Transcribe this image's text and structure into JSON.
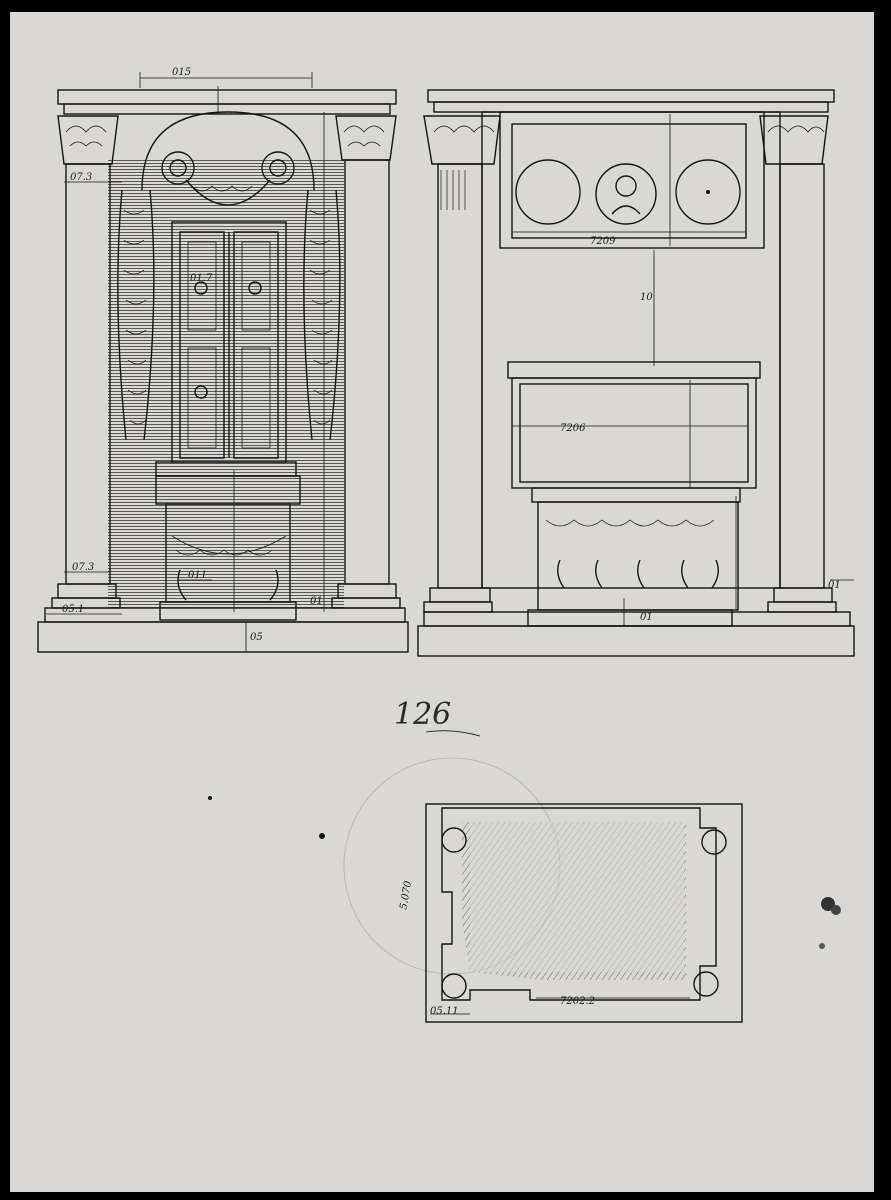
{
  "sheet": {
    "number": "126",
    "paper_color": "#d9d8d4",
    "ink_color": "#141414",
    "border_color": "#000000"
  },
  "left_elevation": {
    "dimensions": [
      "015",
      "07.3",
      "01.7",
      "011",
      "07.3",
      "05.1",
      "05",
      "01"
    ]
  },
  "right_elevation": {
    "top_panel_dimension": "7209",
    "middle_panel_dimension": "7206",
    "dimensions": [
      "01",
      "10",
      "01"
    ]
  },
  "plan": {
    "dimensions": [
      "5.070",
      "7202.2",
      "05.11"
    ]
  }
}
